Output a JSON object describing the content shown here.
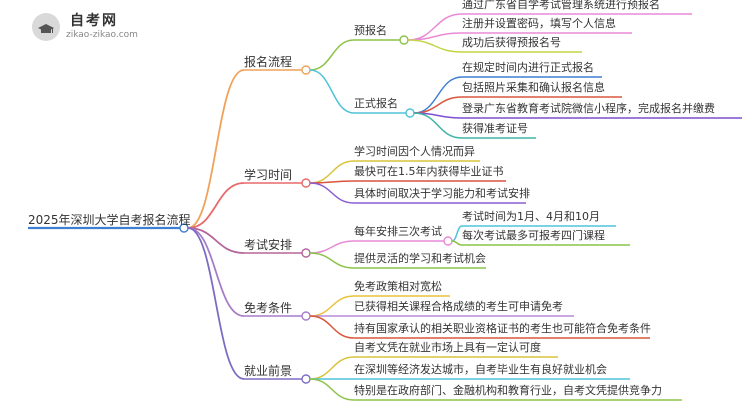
{
  "logo": {
    "title": "自考网",
    "subtitle": "zikao-zikao.com"
  },
  "mindmap": {
    "root": "2025年深圳大学自考报名流程",
    "branches": [
      {
        "label": "报名流程",
        "color": "#f0a25a",
        "children": [
          {
            "label": "预报名",
            "color": "#8bc34a",
            "children": [
              {
                "label": "通过广东省自学考试管理系统进行预报名",
                "color": "#e98ad6"
              },
              {
                "label": "注册并设置密码，填写个人信息",
                "color": "#e98ad6"
              },
              {
                "label": "成功后获得预报名号",
                "color": "#c3d545"
              }
            ]
          },
          {
            "label": "正式报名",
            "color": "#4fc3d9",
            "children": [
              {
                "label": "在规定时间内进行正式报名",
                "color": "#3f7fd2"
              },
              {
                "label": "包括照片采集和确认报名信息",
                "color": "#d9593f"
              },
              {
                "label": "登录广东省教育考试院微信小程序，完成报名并缴费",
                "color": "#7c4fd2"
              },
              {
                "label": "获得准考证号",
                "color": "#3fb5a8"
              }
            ]
          }
        ]
      },
      {
        "label": "学习时间",
        "color": "#e86a6a",
        "children": [
          {
            "label": "学习时间因个人情况而异",
            "color": "#d9c43f"
          },
          {
            "label": "最快可在1.5年内获得毕业证书",
            "color": "#d9533f"
          },
          {
            "label": "具体时间取决于学习能力和考试安排",
            "color": "#8b5cd2"
          }
        ]
      },
      {
        "label": "考试安排",
        "color": "#b5659a",
        "children": [
          {
            "label": "每年安排三次考试",
            "color": "#e98ad6",
            "children": [
              {
                "label": "考试时间为1月、4月和10月",
                "color": "#4fc3d9"
              },
              {
                "label": "每次考试最多可报考四门课程",
                "color": "#8bc34a"
              }
            ]
          },
          {
            "label": "提供灵活的学习和考试机会",
            "color": "#8bc34a"
          }
        ]
      },
      {
        "label": "免考条件",
        "color": "#a67cc9",
        "children": [
          {
            "label": "免考政策相对宽松",
            "color": "#e8c23a"
          },
          {
            "label": "已获得相关课程合格成绩的考生可申请免考",
            "color": "#b98ad6"
          },
          {
            "label": "持有国家承认的相关职业资格证书的考生也可能符合免考条件",
            "color": "#d9593f"
          }
        ]
      },
      {
        "label": "就业前景",
        "color": "#7e6cc4",
        "children": [
          {
            "label": "自考文凭在就业市场上具有一定认可度",
            "color": "#d9c43f"
          },
          {
            "label": "在深圳等经济发达城市，自考毕业生有良好就业机会",
            "color": "#4fc3d9"
          },
          {
            "label": "特别是在政府部门、金融机构和教育行业，自考文凭提供竞争力",
            "color": "#8bc34a"
          }
        ]
      }
    ]
  }
}
